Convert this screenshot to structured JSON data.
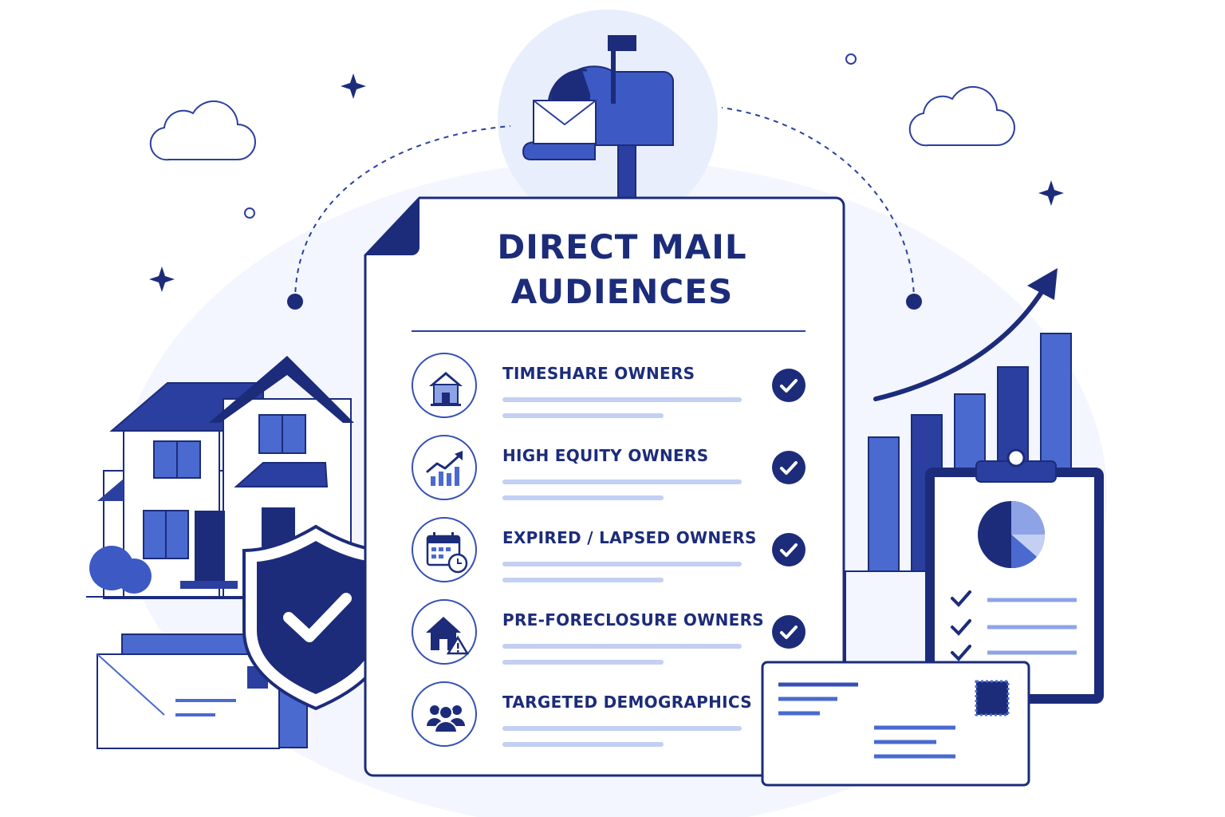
{
  "title": {
    "line1": "DIRECT MAIL",
    "line2": "AUDIENCES"
  },
  "audiences": [
    {
      "label": "TIMESHARE OWNERS",
      "icon": "house-icon",
      "checked": true
    },
    {
      "label": "HIGH EQUITY OWNERS",
      "icon": "growth-chart-icon",
      "checked": true
    },
    {
      "label": "EXPIRED / LAPSED OWNERS",
      "icon": "calendar-clock-icon",
      "checked": true
    },
    {
      "label": "PRE-FORECLOSURE OWNERS",
      "icon": "house-warning-icon",
      "checked": true
    },
    {
      "label": "TARGETED DEMOGRAPHICS",
      "icon": "people-group-icon",
      "checked": false
    }
  ],
  "colors": {
    "navy": "#1c2c7a",
    "blue": "#3550b5",
    "medium_blue": "#4a6ad0",
    "light_blue": "#c3cff3",
    "background_tint": "#eef2fd"
  }
}
